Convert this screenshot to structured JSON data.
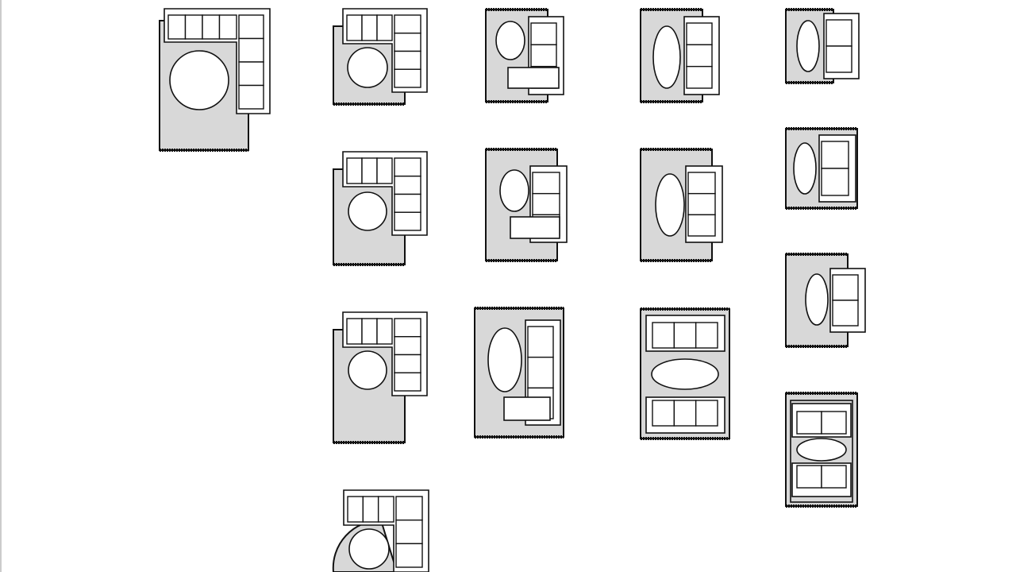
{
  "diagram": {
    "kind": "living-room-rug-layouts",
    "colors": {
      "rug": "#d8d8d8",
      "outline": "#111111",
      "furniture": "#ffffff",
      "background": "#ffffff"
    },
    "layouts": [
      {
        "id": "sectional-round-1",
        "furniture": "l-sectional",
        "table": "round"
      },
      {
        "id": "sectional-round-2",
        "furniture": "l-sectional",
        "table": "round"
      },
      {
        "id": "sectional-round-3",
        "furniture": "l-sectional",
        "table": "round"
      },
      {
        "id": "sectional-round-4",
        "furniture": "l-sectional",
        "table": "round"
      },
      {
        "id": "sectional-round-5",
        "furniture": "l-sectional",
        "table": "round",
        "rug": "round"
      },
      {
        "id": "chaise-oval-1",
        "furniture": "sofa-with-chaise",
        "table": "oval"
      },
      {
        "id": "chaise-oval-2",
        "furniture": "sofa-with-chaise",
        "table": "oval"
      },
      {
        "id": "chaise-oval-3",
        "furniture": "sofa-with-chaise",
        "table": "oval"
      },
      {
        "id": "sofa-oval-1",
        "furniture": "three-seat-sofa",
        "table": "oval"
      },
      {
        "id": "sofa-oval-2",
        "furniture": "three-seat-sofa",
        "table": "oval"
      },
      {
        "id": "two-sofas-1",
        "furniture": "facing-three-seat-sofas",
        "table": "oval"
      },
      {
        "id": "loveseat-oval-1",
        "furniture": "loveseat",
        "table": "oval"
      },
      {
        "id": "loveseat-oval-2",
        "furniture": "loveseat",
        "table": "oval"
      },
      {
        "id": "loveseat-oval-3",
        "furniture": "loveseat",
        "table": "oval"
      },
      {
        "id": "two-loveseats-1",
        "furniture": "facing-loveseats",
        "table": "oval"
      }
    ]
  }
}
